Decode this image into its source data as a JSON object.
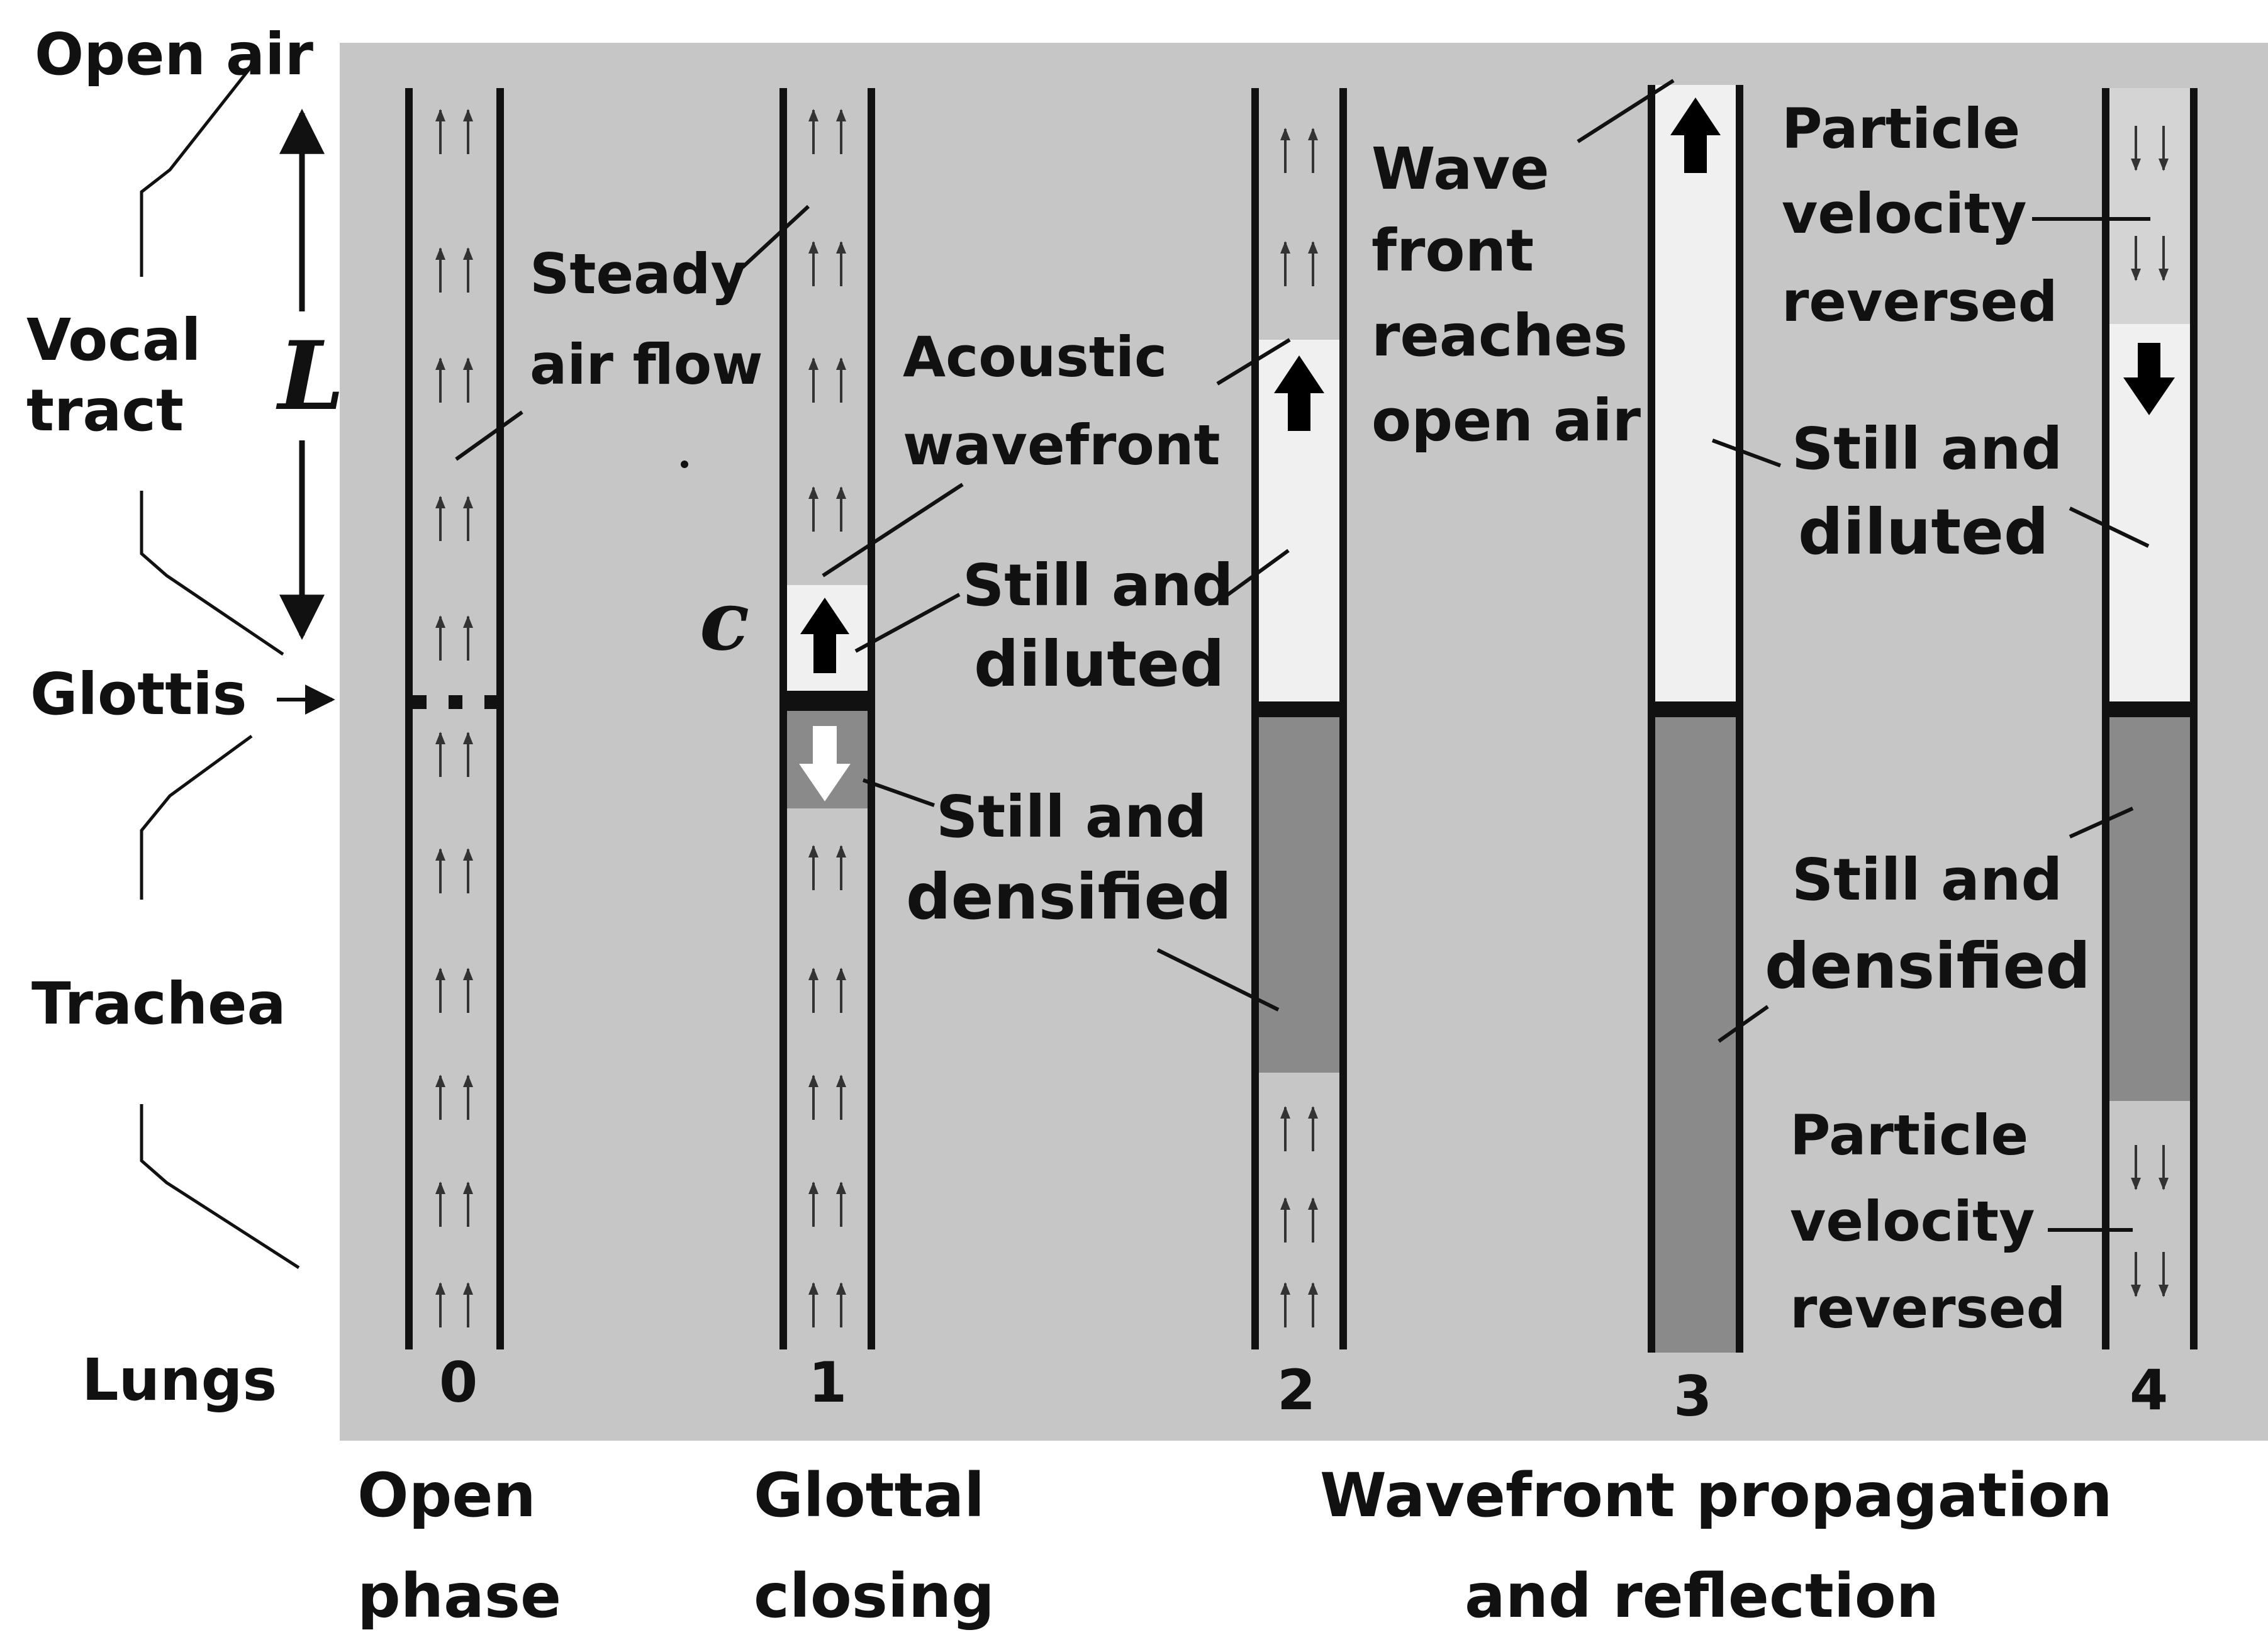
{
  "colors": {
    "background": "#c6c6c6",
    "wall": "#111111",
    "flow_arrow": "#333333",
    "diluted": "#f0f0f0",
    "densified": "#8a8a8a",
    "wavefront_arrow_up": "#000000",
    "wavefront_arrow_down": "#ffffff"
  },
  "left_labels": {
    "open_air": "Open air",
    "vocal_tract": [
      "Vocal",
      "tract"
    ],
    "length_symbol": "L",
    "glottis": "Glottis",
    "trachea": "Trachea",
    "lungs": "Lungs"
  },
  "tube_numbers": [
    "0",
    "1",
    "2",
    "3",
    "4"
  ],
  "annotations": {
    "steady_air_flow": [
      "Steady",
      "air flow"
    ],
    "acoustic_wavefront": [
      "Acoustic",
      "wavefront"
    ],
    "speed_symbol": "c",
    "still_diluted_1": [
      "Still and",
      "diluted"
    ],
    "still_densified_1": [
      "Still and",
      "densified"
    ],
    "wave_front_reaches": [
      "Wave",
      "front",
      "reaches",
      "open air"
    ],
    "particle_velocity_top": [
      "Particle",
      "velocity",
      "reversed"
    ],
    "still_diluted_4": [
      "Still and",
      "diluted"
    ],
    "still_densified_4": [
      "Still and",
      "densified"
    ],
    "particle_velocity_bottom": [
      "Particle",
      "velocity",
      "reversed"
    ]
  },
  "phase_labels": {
    "open_phase": [
      "Open",
      "phase"
    ],
    "glottal_closing": [
      "Glottal",
      "closing"
    ],
    "wavefront_propagation": [
      "Wavefront propagation",
      "and reflection"
    ]
  },
  "icons": [
    "flow-up-arrow-icon",
    "flow-down-arrow-icon",
    "wavefront-arrow-icon",
    "dimension-arrow-icon"
  ]
}
